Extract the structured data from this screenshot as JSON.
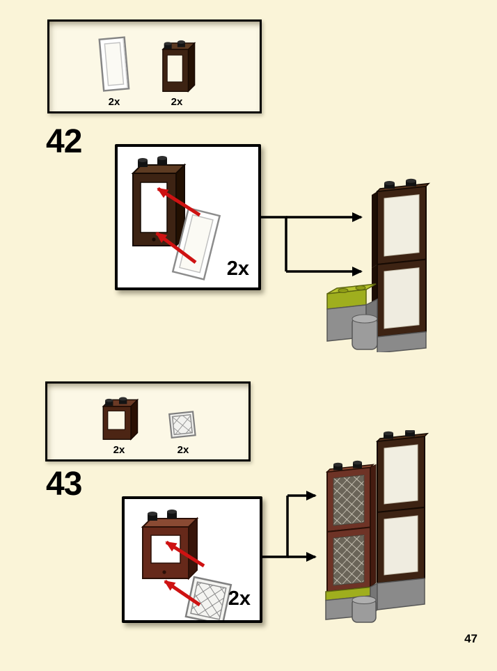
{
  "page": {
    "number": "47"
  },
  "steps": [
    {
      "number": "42",
      "callout": {
        "parts": [
          {
            "icon": "white-window-pane",
            "qty": "2x"
          },
          {
            "icon": "dark-brown-window-frame",
            "qty": "2x"
          }
        ]
      },
      "subassembly": {
        "qty": "2x"
      }
    },
    {
      "number": "43",
      "callout": {
        "parts": [
          {
            "icon": "reddish-brown-window-frame",
            "qty": "2x"
          },
          {
            "icon": "lattice-window-pane",
            "qty": "2x"
          }
        ]
      },
      "subassembly": {
        "qty": "2x"
      }
    }
  ],
  "colors": {
    "page_background": "#FAF4D8",
    "callout_background": "#FCF8E6",
    "box_background": "#FFFFFF",
    "outline": "#000000",
    "arrow_red": "#CE1212",
    "dark_brown": "#3D2313",
    "reddish_brown": "#6E3326",
    "lime_green": "#9FAE1E",
    "gray_brick": "#8F8F8F",
    "pane_white": "#F1EEE1"
  }
}
